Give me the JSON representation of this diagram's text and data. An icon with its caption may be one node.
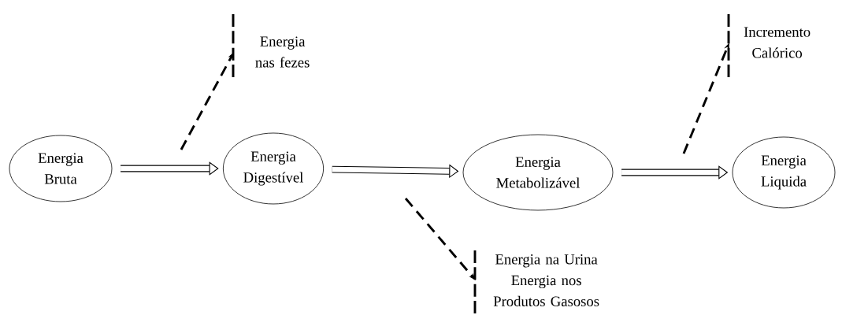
{
  "diagram": {
    "nodes": [
      {
        "text": [
          "Energia Bruta"
        ]
      },
      {
        "text": [
          "Energia Digestível"
        ]
      },
      {
        "text": [
          "Energia Metabolizável"
        ]
      },
      {
        "text": [
          "Energia Liquida"
        ]
      },
      {
        "text": [
          "Energia nas fezes"
        ]
      },
      {
        "text": [
          "Energia na Urina",
          "Energia nos Produtos Gasosos"
        ]
      },
      {
        "text": [
          "Incremento Calórico"
        ]
      }
    ],
    "edges": [
      {
        "from": 0,
        "to": 1,
        "arrow": "to",
        "style": "thick"
      },
      {
        "from": 1,
        "to": 2,
        "arrow": "to",
        "style": "thick"
      },
      {
        "from": 2,
        "to": 3,
        "arrow": "to",
        "style": "thick"
      },
      {
        "from": null,
        "to": 4,
        "arrow": "to",
        "style": "dashed"
      },
      {
        "from": null,
        "to": 5,
        "arrow": "to",
        "style": "dashed"
      },
      {
        "from": null,
        "to": 6,
        "arrow": "to",
        "style": "dashed"
      }
    ]
  }
}
